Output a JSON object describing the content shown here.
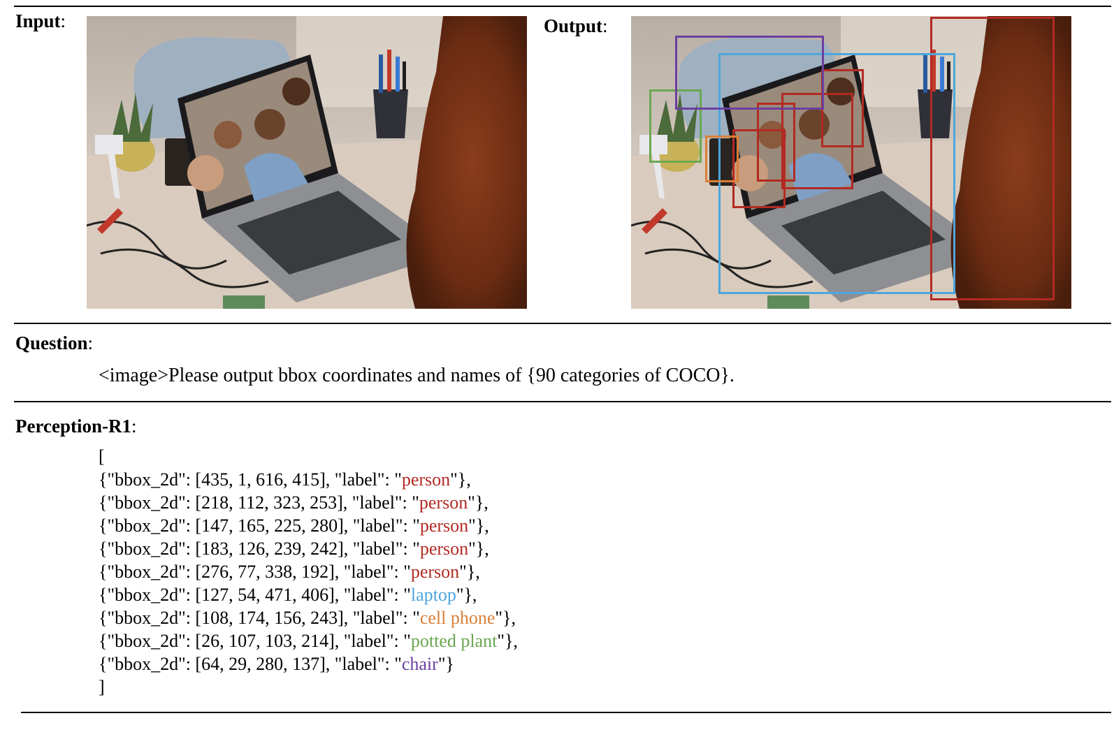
{
  "input": {
    "label": "Input",
    "punct": ":"
  },
  "output": {
    "label": "Output",
    "punct": ":"
  },
  "question": {
    "label": "Question",
    "punct": ":",
    "text": "<image>Please output bbox coordinates and names of {90 categories of COCO}."
  },
  "answer": {
    "label": "Perception-R1",
    "punct": ":",
    "open": "[",
    "close": "]",
    "items": [
      {
        "bbox": "[435, 1, 616, 415]",
        "label": "person",
        "color": "#b22a22"
      },
      {
        "bbox": "[218, 112, 323, 253]",
        "label": "person",
        "color": "#b22a22"
      },
      {
        "bbox": "[147, 165, 225, 280]",
        "label": "person",
        "color": "#b22a22"
      },
      {
        "bbox": "[183, 126, 239, 242]",
        "label": "person",
        "color": "#b22a22"
      },
      {
        "bbox": "[276, 77, 338, 192]",
        "label": "person",
        "color": "#b22a22"
      },
      {
        "bbox": "[127, 54, 471, 406]",
        "label": "laptop",
        "color": "#4ea6dc"
      },
      {
        "bbox": "[108, 174, 156, 243]",
        "label": "cell phone",
        "color": "#d9803a"
      },
      {
        "bbox": "[26, 107, 103, 214]",
        "label": "potted plant",
        "color": "#6aa84f"
      },
      {
        "bbox": "[64, 29, 280, 137]",
        "label": "chair",
        "color": "#6b3fa0"
      }
    ]
  }
}
